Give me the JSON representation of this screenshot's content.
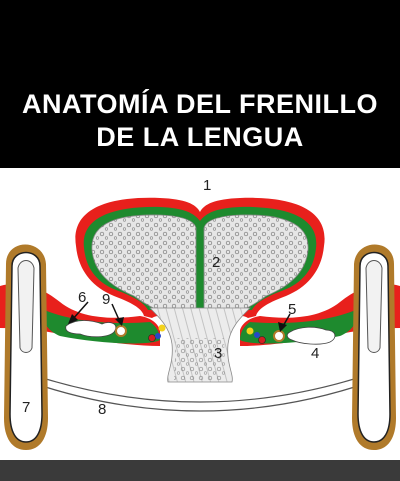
{
  "title": {
    "line1": "ANATOMÍA DEL FRENILLO",
    "line2": "DE LA LENGUA"
  },
  "labels": [
    "1",
    "2",
    "3",
    "4",
    "5",
    "6",
    "7",
    "8",
    "9"
  ],
  "colors": {
    "banner": "#000000",
    "mucosa": "#e8201c",
    "gland": "#1e8a2e",
    "tooth_root": "#b07a2a",
    "muscle": "#e2e2e2"
  }
}
